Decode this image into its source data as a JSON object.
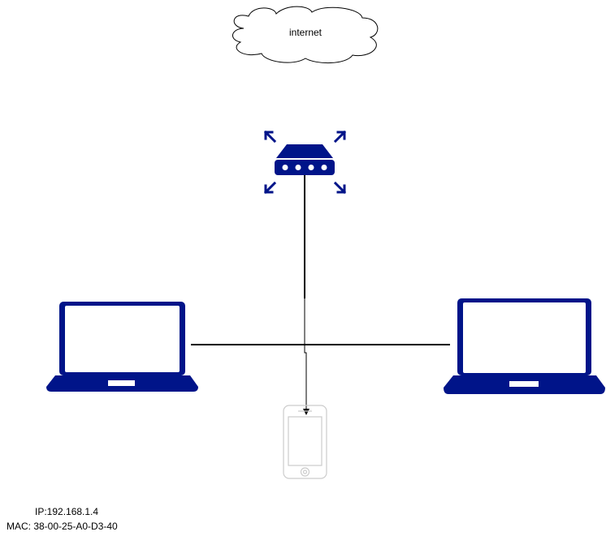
{
  "cloud": {
    "label": "internet"
  },
  "phone": {
    "ip": "IP:192.168.1.4",
    "mac": "MAC: 38-00-25-A0-D3-40"
  },
  "colors": {
    "device": "#001489",
    "phone": "#cccccc",
    "line": "#000000"
  },
  "icons": {
    "cloud": "cloud-icon",
    "router": "router-icon",
    "laptop": "laptop-icon",
    "phone": "smartphone-icon"
  }
}
